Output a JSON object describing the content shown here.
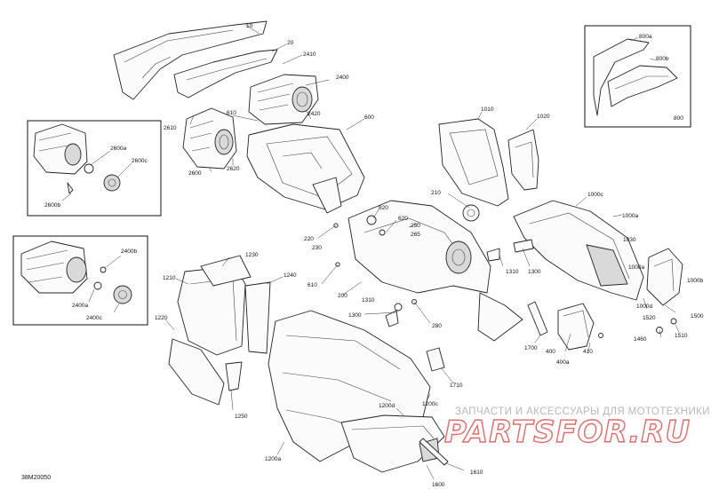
{
  "diagram_code": "38M20050",
  "watermark": {
    "text": "ЗАПЧАСТИ И АКСЕССУАРЫ ДЛЯ МОТОТЕХНИКИ",
    "logo": "PARTSFOR.RU",
    "logo_color": "#d33a36"
  },
  "labels": [
    {
      "id": "l10",
      "text": "10"
    },
    {
      "id": "l20",
      "text": "20"
    },
    {
      "id": "l2410",
      "text": "2410"
    },
    {
      "id": "l2400",
      "text": "2400"
    },
    {
      "id": "l2420",
      "text": "2420"
    },
    {
      "id": "l2610",
      "text": "2610"
    },
    {
      "id": "l610a",
      "text": "610"
    },
    {
      "id": "l600",
      "text": "600"
    },
    {
      "id": "l2620",
      "text": "2620"
    },
    {
      "id": "l2600",
      "text": "2600"
    },
    {
      "id": "l2600a",
      "text": "2600a"
    },
    {
      "id": "l2600c",
      "text": "2600c"
    },
    {
      "id": "l2600b",
      "text": "2600b"
    },
    {
      "id": "l1010",
      "text": "1010"
    },
    {
      "id": "l1020",
      "text": "1020"
    },
    {
      "id": "l800a",
      "text": "800a"
    },
    {
      "id": "l800b",
      "text": "800b"
    },
    {
      "id": "l800",
      "text": "800"
    },
    {
      "id": "l210",
      "text": "210"
    },
    {
      "id": "l820",
      "text": "820"
    },
    {
      "id": "l620",
      "text": "620"
    },
    {
      "id": "l250",
      "text": "250"
    },
    {
      "id": "l265",
      "text": "265"
    },
    {
      "id": "l220",
      "text": "220"
    },
    {
      "id": "l230",
      "text": "230"
    },
    {
      "id": "l610b",
      "text": "610"
    },
    {
      "id": "l200",
      "text": "200"
    },
    {
      "id": "l1310a",
      "text": "1310"
    },
    {
      "id": "l1300a",
      "text": "1300"
    },
    {
      "id": "l1310b",
      "text": "1310"
    },
    {
      "id": "l1300b",
      "text": "1300"
    },
    {
      "id": "l280",
      "text": "280"
    },
    {
      "id": "l1000c",
      "text": "1000c"
    },
    {
      "id": "l1000a",
      "text": "1000a"
    },
    {
      "id": "l1030",
      "text": "1030"
    },
    {
      "id": "l1000a2",
      "text": "1000a"
    },
    {
      "id": "l1000b",
      "text": "1000b"
    },
    {
      "id": "l1000d",
      "text": "1000d"
    },
    {
      "id": "l1520",
      "text": "1520"
    },
    {
      "id": "l1500",
      "text": "1500"
    },
    {
      "id": "l1460",
      "text": "1460"
    },
    {
      "id": "l1510",
      "text": "1510"
    },
    {
      "id": "l1700",
      "text": "1700"
    },
    {
      "id": "l400",
      "text": "400"
    },
    {
      "id": "l410",
      "text": "410"
    },
    {
      "id": "l400a",
      "text": "400a"
    },
    {
      "id": "l1230",
      "text": "1230"
    },
    {
      "id": "l1210",
      "text": "1210"
    },
    {
      "id": "l1240",
      "text": "1240"
    },
    {
      "id": "l1220",
      "text": "1220"
    },
    {
      "id": "l1250",
      "text": "1250"
    },
    {
      "id": "l1710",
      "text": "1710"
    },
    {
      "id": "l1200c",
      "text": "1200c"
    },
    {
      "id": "l1200d",
      "text": "1200d"
    },
    {
      "id": "l1200a",
      "text": "1200a"
    },
    {
      "id": "l1610",
      "text": "1610"
    },
    {
      "id": "l1600",
      "text": "1600"
    },
    {
      "id": "l2400b",
      "text": "2400b"
    },
    {
      "id": "l2400a",
      "text": "2400a"
    },
    {
      "id": "l2400c",
      "text": "2400c"
    }
  ]
}
